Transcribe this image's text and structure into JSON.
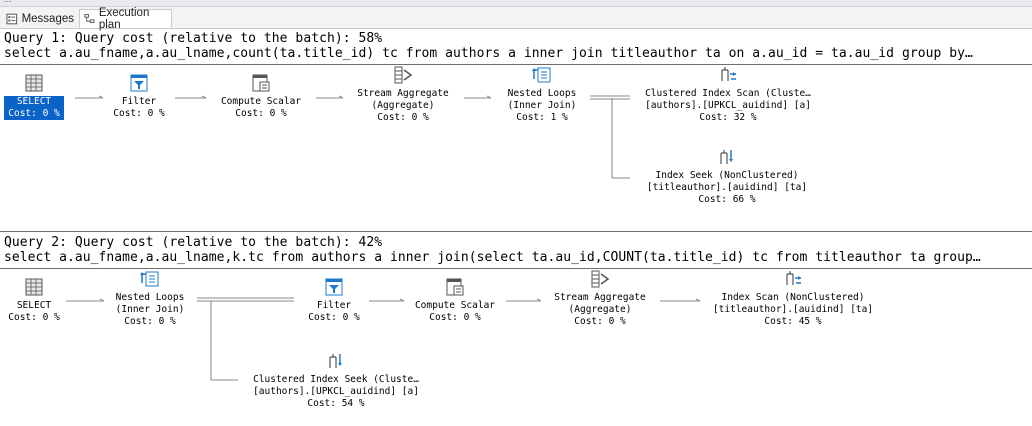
{
  "top_strip_text": "...",
  "tabs": [
    {
      "label": "Messages",
      "icon": "messages-icon",
      "active": false
    },
    {
      "label": "Execution plan",
      "icon": "execution-plan-icon",
      "active": true
    }
  ],
  "queries": [
    {
      "header": "Query 1: Query cost (relative to the batch): 58%",
      "sql": "select a.au_fname,a.au_lname,count(ta.title_id) tc from authors a inner join titleauthor ta on a.au_id = ta.au_id group by…",
      "nodes": {
        "select": {
          "lines": [
            "SELECT",
            "Cost: 0 %"
          ]
        },
        "filter": {
          "lines": [
            "Filter",
            "Cost: 0 %"
          ]
        },
        "compute": {
          "lines": [
            "Compute Scalar",
            "Cost: 0 %"
          ]
        },
        "stream": {
          "lines": [
            "Stream Aggregate",
            "(Aggregate)",
            "Cost: 0 %"
          ]
        },
        "nested": {
          "lines": [
            "Nested Loops",
            "(Inner Join)",
            "Cost: 1 %"
          ]
        },
        "cis": {
          "lines": [
            "Clustered Index Scan (Cluste…",
            "[authors].[UPKCL_auidind] [a]",
            "Cost: 32 %"
          ]
        },
        "seek": {
          "lines": [
            "Index Seek (NonClustered)",
            "[titleauthor].[auidind] [ta]",
            "Cost: 66 %"
          ]
        }
      }
    },
    {
      "header": "Query 2: Query cost (relative to the batch): 42%",
      "sql": "select a.au_fname,a.au_lname,k.tc from authors a inner join(select ta.au_id,COUNT(ta.title_id) tc from titleauthor ta group…",
      "nodes": {
        "select": {
          "lines": [
            "SELECT",
            "Cost: 0 %"
          ]
        },
        "nested": {
          "lines": [
            "Nested Loops",
            "(Inner Join)",
            "Cost: 0 %"
          ]
        },
        "filter": {
          "lines": [
            "Filter",
            "Cost: 0 %"
          ]
        },
        "compute": {
          "lines": [
            "Compute Scalar",
            "Cost: 0 %"
          ]
        },
        "stream": {
          "lines": [
            "Stream Aggregate",
            "(Aggregate)",
            "Cost: 0 %"
          ]
        },
        "scan": {
          "lines": [
            "Index Scan (NonClustered)",
            "[titleauthor].[auidind] [ta]",
            "Cost: 45 %"
          ]
        },
        "cseek": {
          "lines": [
            "Clustered Index Seek (Cluste…",
            "[authors].[UPKCL_auidind] [a]",
            "Cost: 54 %"
          ]
        }
      }
    }
  ],
  "colors": {
    "selection": "#0a64c8",
    "icon_blue": "#1e78c8",
    "separator": "#6d6d6d"
  }
}
